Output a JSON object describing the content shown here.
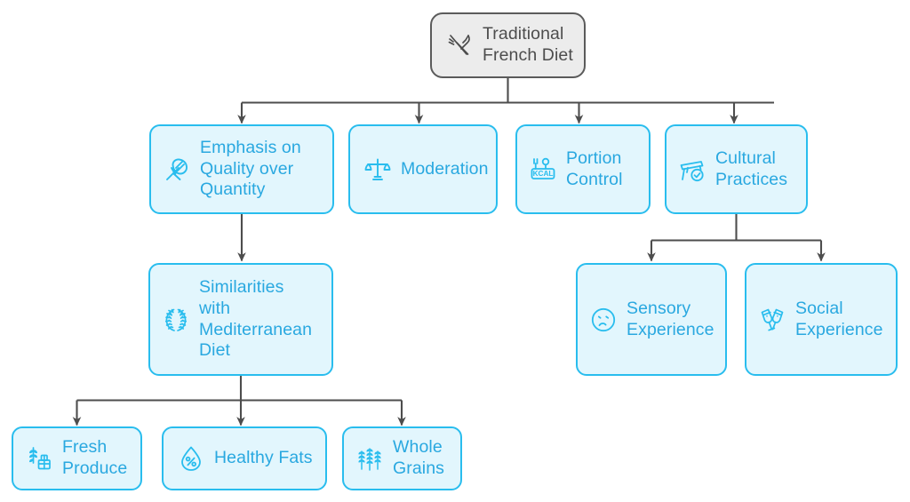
{
  "diagram": {
    "type": "tree",
    "title": "Traditional French Diet",
    "colors": {
      "node_border": "#29bdee",
      "node_fill": "#e2f6fd",
      "node_text": "#29a8e0",
      "root_border": "#5b5b5b",
      "root_fill": "#ececec",
      "root_text": "#4d4d4d",
      "edge": "#4d4d4d",
      "background": "#ffffff"
    }
  },
  "nodes": {
    "root": {
      "label": "Traditional\nFrench Diet",
      "icon": "fork-knife-icon"
    },
    "emphasis": {
      "label": "Emphasis on\nQuality over\nQuantity",
      "icon": "diploma-icon"
    },
    "moderation": {
      "label": "Moderation",
      "icon": "balance-scale-icon"
    },
    "portion": {
      "label": "Portion\nControl",
      "icon": "kcal-scale-icon"
    },
    "cultural": {
      "label": "Cultural\nPractices",
      "icon": "table-check-icon"
    },
    "similarities": {
      "label": "Similarities\nwith\nMediterranean\nDiet",
      "icon": "laurel-wreath-icon"
    },
    "sensory": {
      "label": "Sensory\nExperience",
      "icon": "face-icon"
    },
    "social": {
      "label": "Social\nExperience",
      "icon": "cheers-glasses-icon"
    },
    "fresh": {
      "label": "Fresh\nProduce",
      "icon": "wheat-crate-icon"
    },
    "fats": {
      "label": "Healthy Fats",
      "icon": "droplet-percent-icon"
    },
    "grains": {
      "label": "Whole\nGrains",
      "icon": "wheat-stalks-icon"
    }
  },
  "edges": [
    {
      "from": "root",
      "to": "emphasis"
    },
    {
      "from": "root",
      "to": "moderation"
    },
    {
      "from": "root",
      "to": "portion"
    },
    {
      "from": "root",
      "to": "cultural"
    },
    {
      "from": "emphasis",
      "to": "similarities"
    },
    {
      "from": "cultural",
      "to": "sensory"
    },
    {
      "from": "cultural",
      "to": "social"
    },
    {
      "from": "similarities",
      "to": "fresh"
    },
    {
      "from": "similarities",
      "to": "fats"
    },
    {
      "from": "similarities",
      "to": "grains"
    }
  ]
}
